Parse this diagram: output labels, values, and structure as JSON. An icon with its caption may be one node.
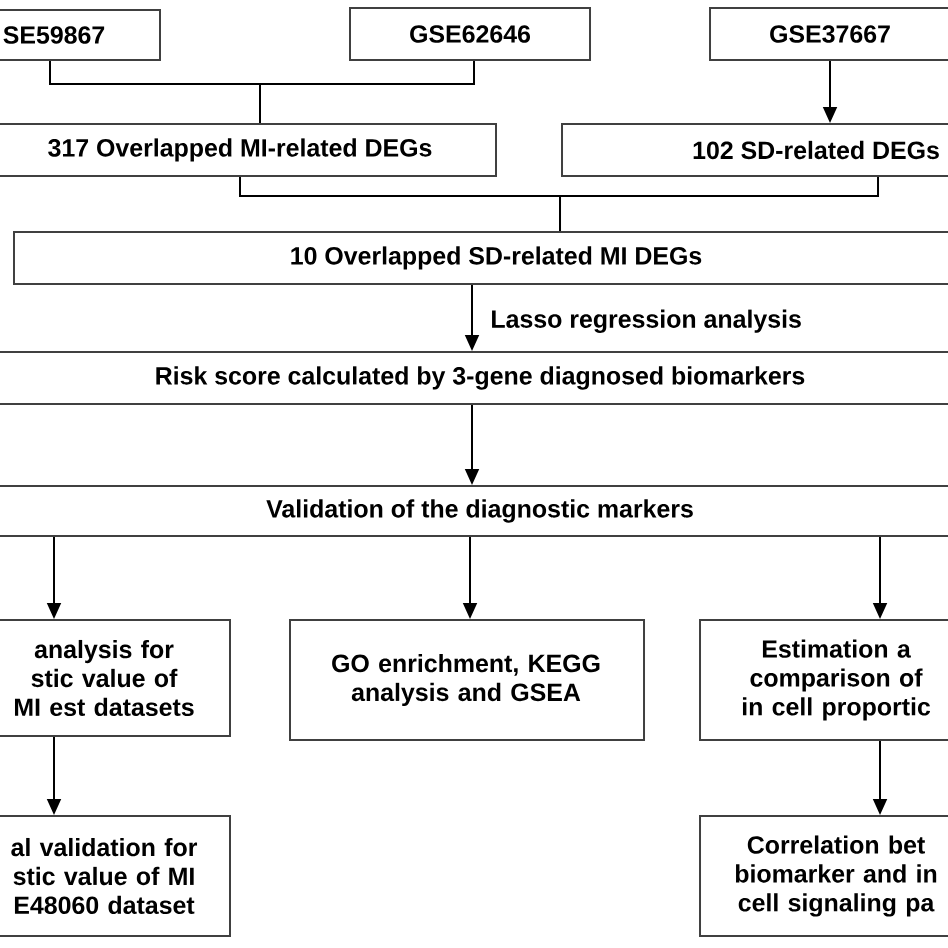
{
  "diagram": {
    "nodes": [
      {
        "text": [
          "SE59867"
        ]
      },
      {
        "text": [
          "GSE62646"
        ]
      },
      {
        "text": [
          "GSE37667"
        ]
      },
      {
        "text": [
          "317  Overlapped MI-related DEGs"
        ]
      },
      {
        "text": [
          "102 SD-related DEGs"
        ]
      },
      {
        "text": [
          "10  Overlapped SD-related MI DEGs"
        ]
      },
      {
        "text": [
          "Risk score calculated by 3-gene diagnosed biomarkers"
        ]
      },
      {
        "text": [
          "Validation of the diagnostic markers"
        ]
      },
      {
        "text": [
          "analysis for stic value of MI est datasets"
        ]
      },
      {
        "text": [
          "GO enrichment, KEGG analysis and GSEA"
        ]
      },
      {
        "text": [
          "Estimation a comparison of in cell proportic"
        ]
      },
      {
        "text": [
          "al validation for stic value of MI E48060 dataset"
        ]
      },
      {
        "text": [
          "Correlation bet biomarker and in cell signaling pa"
        ]
      }
    ],
    "edges": [
      {
        "from": 0,
        "to": 3,
        "arrow": "none"
      },
      {
        "from": 1,
        "to": 3,
        "arrow": "none"
      },
      {
        "from": 2,
        "to": 4,
        "arrow": "to"
      },
      {
        "from": 3,
        "to": 5,
        "arrow": "none"
      },
      {
        "from": 4,
        "to": 5,
        "arrow": "none"
      },
      {
        "from": 5,
        "to": 6,
        "arrow": "to",
        "label": "Lasso regression analysis"
      },
      {
        "from": 6,
        "to": 7,
        "arrow": "to"
      },
      {
        "from": 7,
        "to": 8,
        "arrow": "to"
      },
      {
        "from": 7,
        "to": 9,
        "arrow": "to"
      },
      {
        "from": 7,
        "to": 10,
        "arrow": "to"
      },
      {
        "from": 8,
        "to": 11,
        "arrow": "to"
      },
      {
        "from": 10,
        "to": 12,
        "arrow": "to"
      }
    ]
  }
}
